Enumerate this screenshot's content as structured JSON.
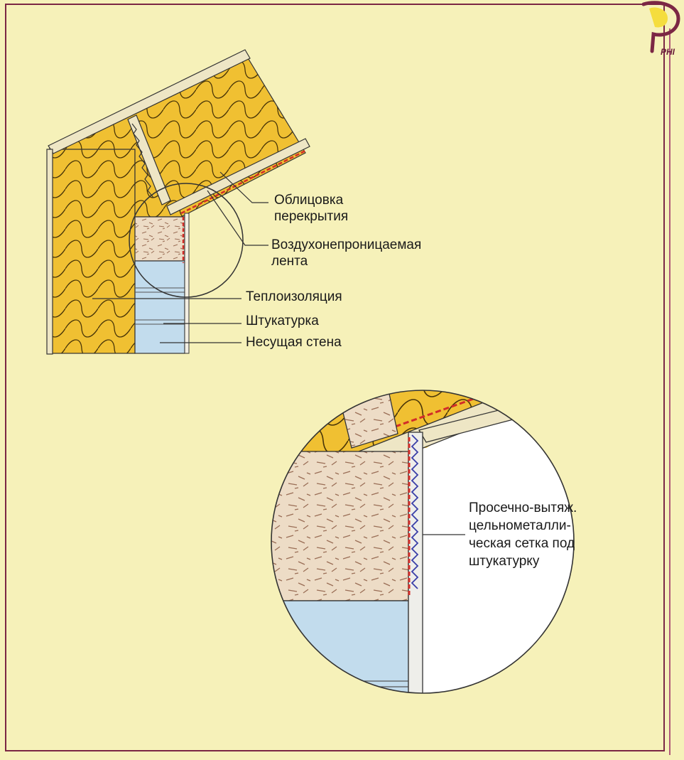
{
  "logo": {
    "text": "PHI"
  },
  "labels": {
    "ceiling_cladding_1": "Облицовка",
    "ceiling_cladding_2": "перекрытия",
    "airtight_tape_1": "Воздухонепроницаемая",
    "airtight_tape_2": "лента",
    "insulation": "Теплоизоляция",
    "plaster": "Штукатурка",
    "load_bearing_wall": "Несущая стена",
    "mesh_1": "Просечно-вытяж.",
    "mesh_2": "цельнометалли-",
    "mesh_3": "ческая сетка под",
    "mesh_4": "штукатурку"
  },
  "colors": {
    "page_bg": "#f6f1b9",
    "insulation": "#f0c032",
    "wood": "#eddcc6",
    "masonry_blue": "#c2dced",
    "tape_red": "#d22d28",
    "frame_border": "#7b2744"
  }
}
